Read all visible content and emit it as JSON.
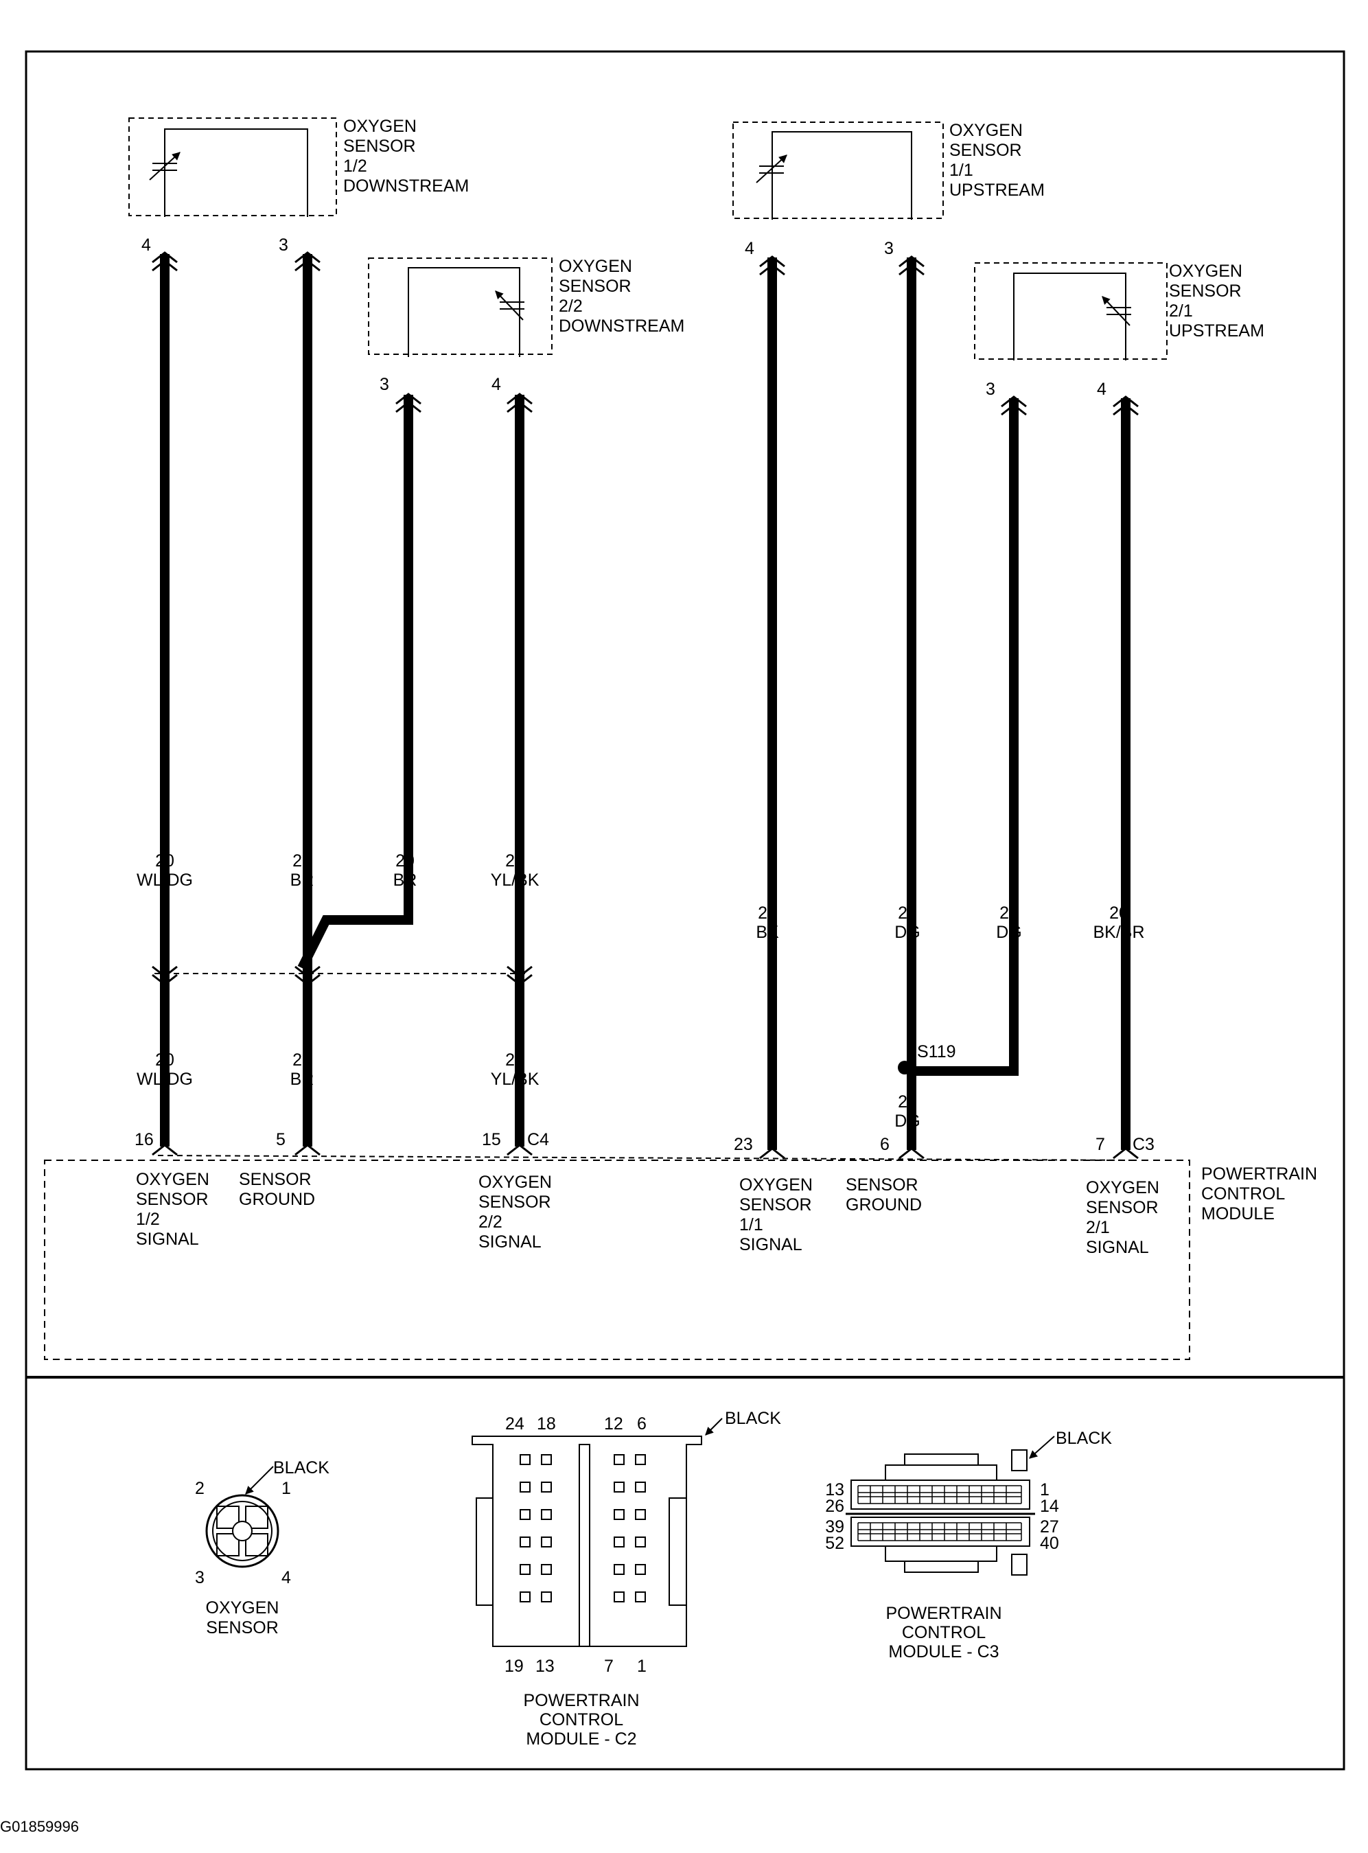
{
  "footer_id": "G01859996",
  "sensors": [
    {
      "id": "s12",
      "lines": [
        "OXYGEN",
        "SENSOR",
        "1/2",
        "DOWNSTREAM"
      ]
    },
    {
      "id": "s22",
      "lines": [
        "OXYGEN",
        "SENSOR",
        "2/2",
        "DOWNSTREAM"
      ]
    },
    {
      "id": "s11",
      "lines": [
        "OXYGEN",
        "SENSOR",
        "1/1",
        "UPSTREAM"
      ]
    },
    {
      "id": "s21",
      "lines": [
        "OXYGEN",
        "SENSOR",
        "2/1",
        "UPSTREAM"
      ]
    }
  ],
  "wire_labels": [
    {
      "lines": [
        "20",
        "WL/DG"
      ]
    },
    {
      "lines": [
        "20",
        "BR"
      ]
    },
    {
      "lines": [
        "20",
        "BR"
      ]
    },
    {
      "lines": [
        "20",
        "YL/BK"
      ]
    },
    {
      "lines": [
        "20",
        "WL/DG"
      ]
    },
    {
      "lines": [
        "20",
        "BR"
      ]
    },
    {
      "lines": [
        "20",
        "YL/BK"
      ]
    },
    {
      "lines": [
        "20",
        "BK"
      ]
    },
    {
      "lines": [
        "20",
        "DG"
      ]
    },
    {
      "lines": [
        "20",
        "DG"
      ]
    },
    {
      "lines": [
        "20",
        "BK/BR"
      ]
    },
    {
      "lines": [
        "20",
        "DG"
      ]
    }
  ],
  "sensor_pins": [
    "4",
    "3",
    "3",
    "4",
    "4",
    "3",
    "3",
    "4"
  ],
  "splice_label": "S119",
  "pcm_pins": [
    "16",
    "5",
    "15",
    "23",
    "6",
    "7"
  ],
  "connector_ids": [
    "C4",
    "C3"
  ],
  "pcm_circuits": [
    {
      "lines": [
        "OXYGEN",
        "SENSOR",
        "1/2",
        "SIGNAL"
      ]
    },
    {
      "lines": [
        "SENSOR",
        "GROUND"
      ]
    },
    {
      "lines": [
        "OXYGEN",
        "SENSOR",
        "2/2",
        "SIGNAL"
      ]
    },
    {
      "lines": [
        "OXYGEN",
        "SENSOR",
        "1/1",
        "SIGNAL"
      ]
    },
    {
      "lines": [
        "SENSOR",
        "GROUND"
      ]
    },
    {
      "lines": [
        "OXYGEN",
        "SENSOR",
        "2/1",
        "SIGNAL"
      ]
    }
  ],
  "pcm_label": [
    "POWERTRAIN",
    "CONTROL",
    "MODULE"
  ],
  "connector_views": [
    {
      "id": "o2",
      "color": "BLACK",
      "title": [
        "OXYGEN",
        "SENSOR"
      ],
      "pins": [
        "2",
        "1",
        "3",
        "4"
      ]
    },
    {
      "id": "c2",
      "color": "BLACK",
      "title": [
        "POWERTRAIN",
        "CONTROL",
        "MODULE - C2"
      ],
      "top_pins": [
        "24",
        "18",
        "12",
        "6"
      ],
      "bottom_pins": [
        "19",
        "13",
        "7",
        "1"
      ]
    },
    {
      "id": "c3",
      "color": "BLACK",
      "title": [
        "POWERTRAIN",
        "CONTROL",
        "MODULE - C3"
      ],
      "left_pins": [
        "13",
        "26",
        "39",
        "52"
      ],
      "right_pins": [
        "1",
        "14",
        "27",
        "40"
      ]
    }
  ]
}
